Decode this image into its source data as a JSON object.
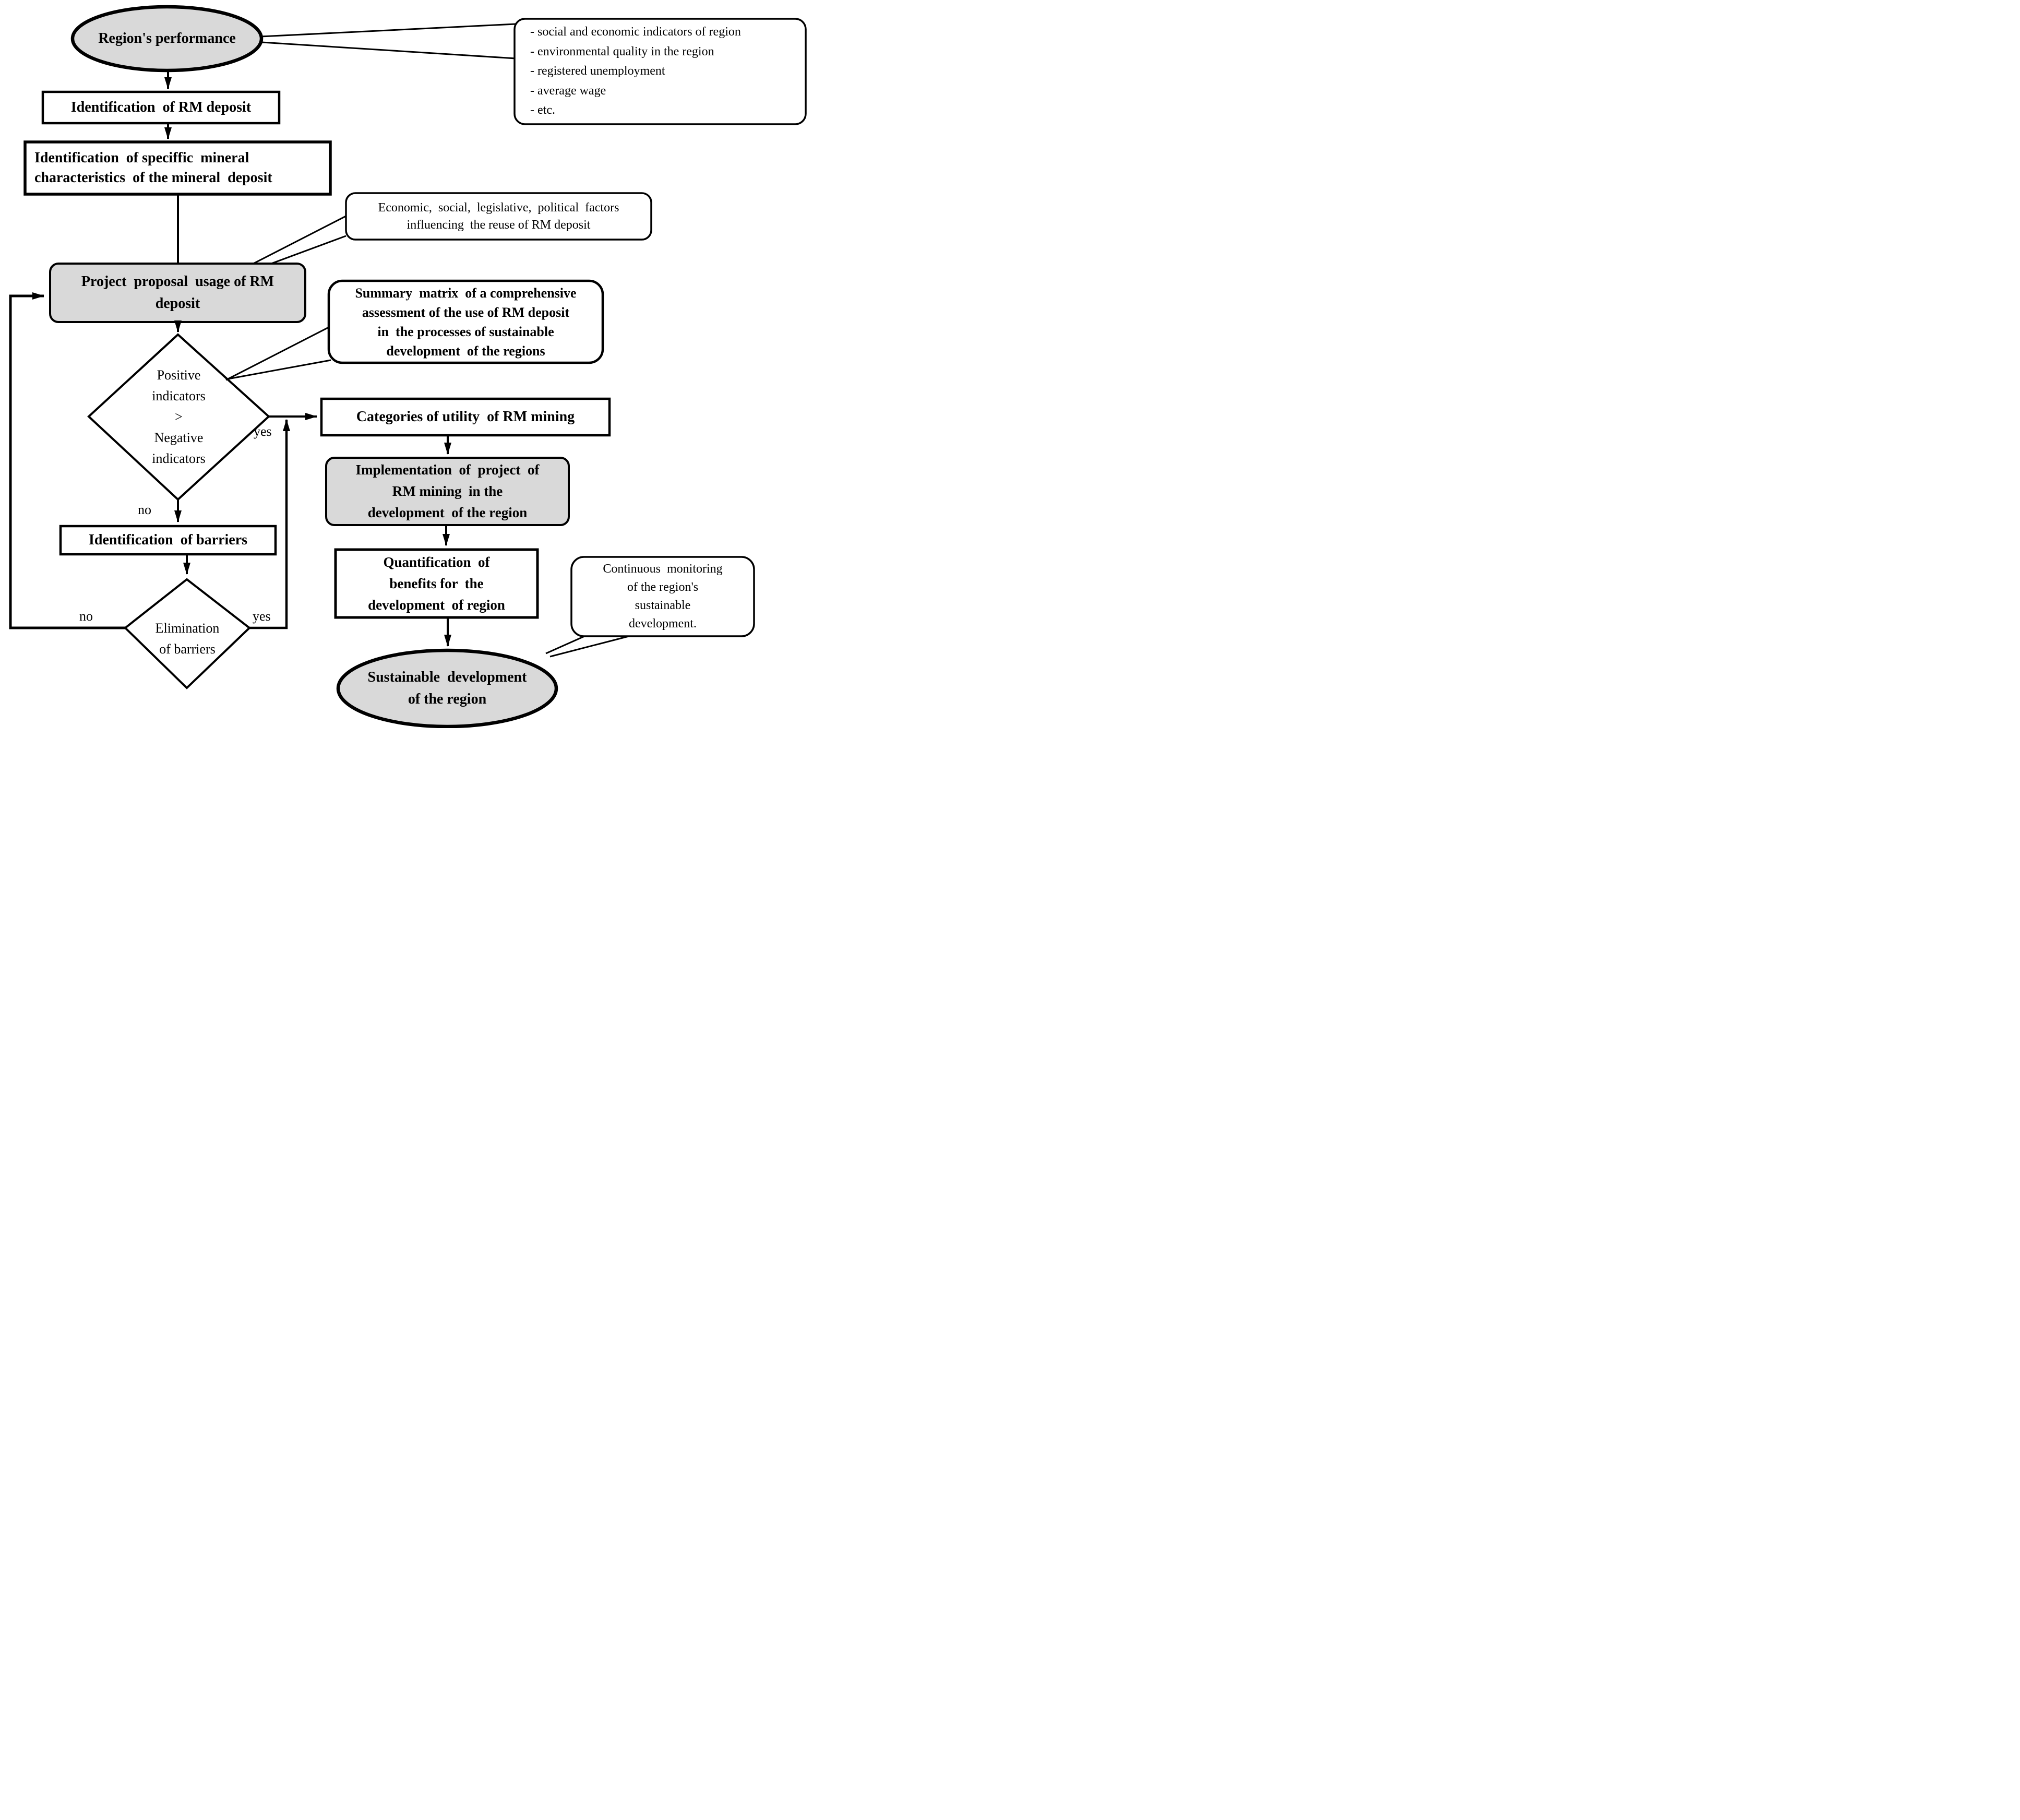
{
  "diagram": {
    "title_hint": "Flowchart of RM (raw material) deposit reuse in regional sustainable development",
    "colors": {
      "node_fill_gray": "#d9d9d9",
      "node_fill_white": "#ffffff",
      "stroke": "#000000"
    },
    "nodes": {
      "region_performance": {
        "label": "Region's performance"
      },
      "region_indicators": {
        "items": [
          "- social and economic indicators of region",
          "- environmental quality in the region",
          "- registered unemployment",
          "- average wage",
          "- etc."
        ]
      },
      "identification_rm_deposit": {
        "label": "Identification  of RM deposit"
      },
      "identification_characteristics": {
        "lines": [
          "Identification  of speciffic  mineral",
          "characteristics  of the mineral  deposit"
        ]
      },
      "economic_factors": {
        "lines": [
          "Economic,  social,  legislative,  political  factors",
          "influencing  the reuse of RM deposit"
        ]
      },
      "project_proposal": {
        "lines": [
          "Project  proposal  usage of RM",
          "deposit"
        ]
      },
      "summary_matrix": {
        "lines": [
          "Summary  matrix  of a comprehensive",
          "assessment of the use of RM deposit",
          "in  the processes of sustainable",
          "development  of the regions"
        ]
      },
      "indicators_decision": {
        "lines": [
          "Positive",
          "indicators",
          ">",
          "Negative",
          "indicators"
        ]
      },
      "categories_utility": {
        "label": "Categories of utility  of RM mining"
      },
      "implementation_project": {
        "lines": [
          "Implementation  of  project  of",
          "RM mining  in the",
          "development  of the region"
        ]
      },
      "quantification_benefits": {
        "lines": [
          "Quantification  of",
          "benefits for  the",
          "development  of region"
        ]
      },
      "continuous_monitoring": {
        "lines": [
          "Continuous  monitoring",
          "of the region's",
          "sustainable",
          "development."
        ]
      },
      "sustainable_development": {
        "lines": [
          "Sustainable  development",
          "of the region"
        ]
      },
      "identification_barriers": {
        "label": "Identification  of barriers"
      },
      "elimination_barriers": {
        "lines": [
          "Elimination",
          "of barriers"
        ]
      }
    },
    "edge_labels": {
      "decision_yes": "yes",
      "decision_no": "no",
      "elimination_yes": "yes",
      "elimination_no": "no"
    }
  }
}
